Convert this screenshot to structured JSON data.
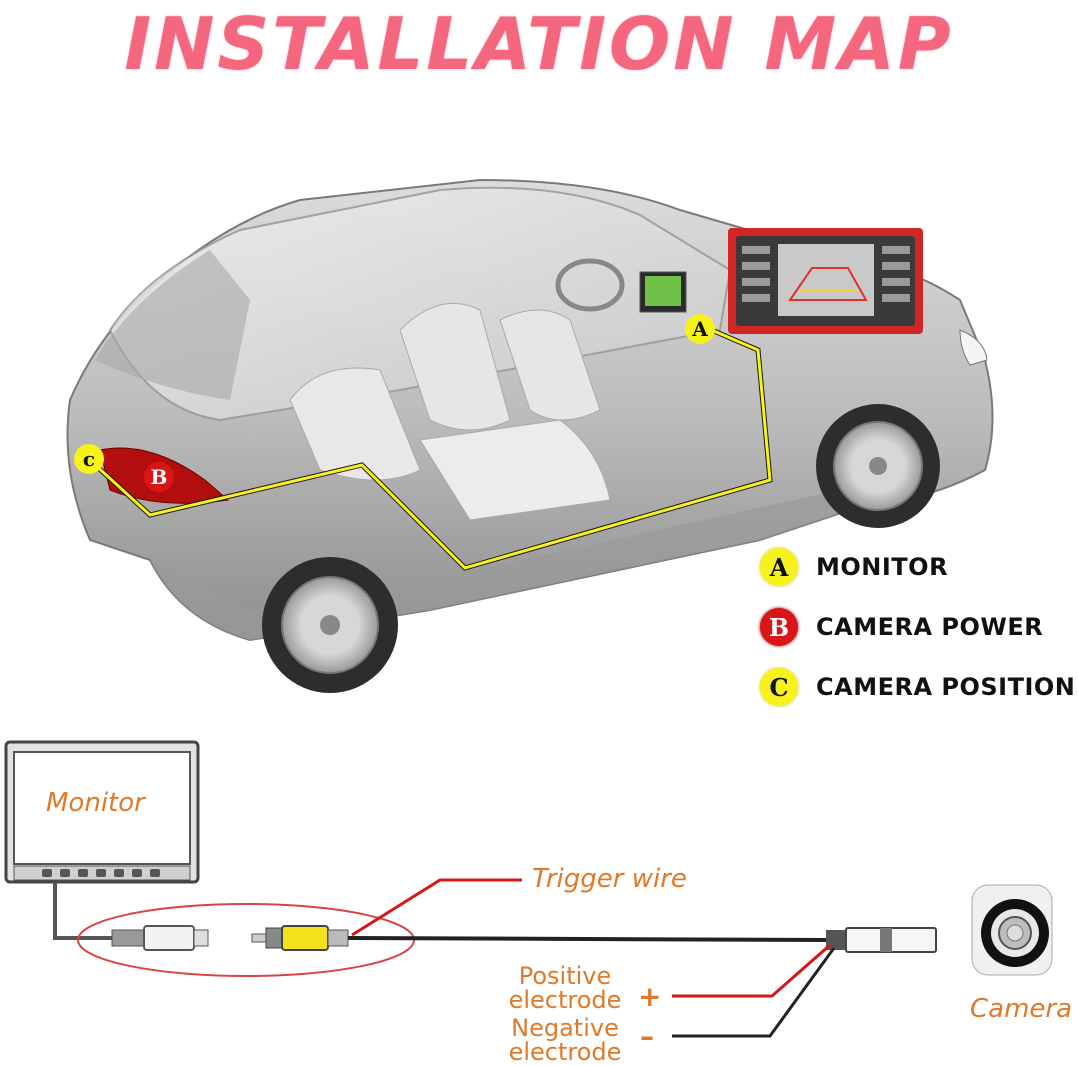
{
  "title": "INSTALLATION MAP",
  "markers": {
    "a": "A",
    "b": "B",
    "c": "c"
  },
  "legend": [
    {
      "badge": "A",
      "label": "MONITOR",
      "color": "#f7f21c"
    },
    {
      "badge": "B",
      "label": "CAMERA POWER",
      "color": "#d81616"
    },
    {
      "badge": "C",
      "label": "CAMERA POSITION",
      "color": "#f7f21c"
    }
  ],
  "wiring": {
    "monitor_label": "Monitor",
    "trigger_label": "Trigger wire",
    "positive_label": "Positive electrode",
    "positive_sign": "+",
    "negative_label": "Negative electrode",
    "negative_sign": "–",
    "camera_label": "Camera"
  },
  "colors": {
    "title": "#f4677f",
    "label": "#e07a2a",
    "wire_path": "#f7f21c",
    "trigger_wire": "#d81616"
  }
}
